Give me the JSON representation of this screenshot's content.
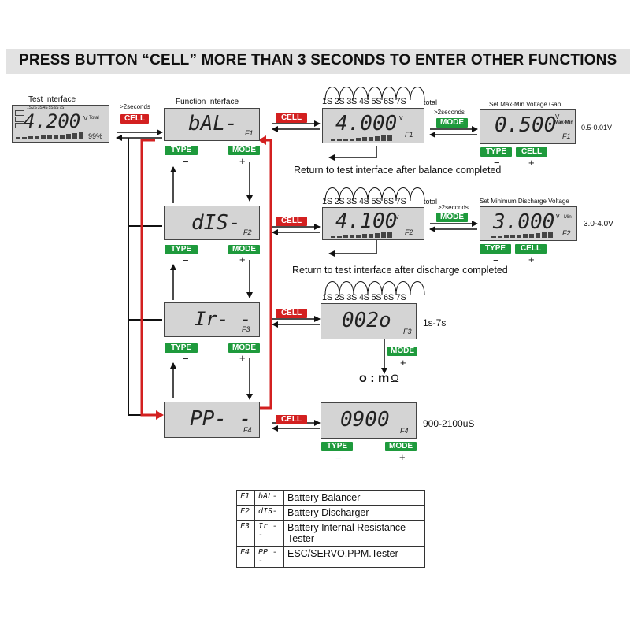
{
  "banner": {
    "text": "PRESS BUTTON “CELL” MORE   THAN 3 SECONDS TO ENTER OTHER FUNCTIONS"
  },
  "test_interface": {
    "label": "Test Interface",
    "reading": "4.200",
    "unit": "V",
    "unit_suffix": "Total",
    "percent": "99%",
    "cell_row": "1S 2S 3S 4S 5S 6S 7S"
  },
  "function_interface": {
    "label": "Function Interface",
    "hold_note": ">2seconds"
  },
  "buttons": {
    "cell": "CELL",
    "mode": "MODE",
    "type": "TYPE"
  },
  "signs": {
    "minus": "−",
    "plus": "+"
  },
  "functions": [
    {
      "code": "F1",
      "display": "bAL-",
      "lcd": "bAL-"
    },
    {
      "code": "F2",
      "display": "dIS-",
      "lcd": "dIS-"
    },
    {
      "code": "F3",
      "display": "Ir--",
      "lcd": "Ir- -"
    },
    {
      "code": "F4",
      "display": "PP--",
      "lcd": "PP- -"
    }
  ],
  "balance": {
    "cells": "1S 2S 3S 4S 5S 6S 7S",
    "total": "total",
    "reading": "4.000",
    "unit": "v",
    "code": "F1",
    "hold_note": ">2seconds",
    "set_title": "Set Max-Min Voltage Gap",
    "set_reading": "0.500",
    "set_unit": "V",
    "set_suffix": "Max-Min",
    "set_code": "F1",
    "range": "0.5-0.01V",
    "return_note": "Return to test interface after balance completed"
  },
  "discharge": {
    "cells": "1S 2S 3S 4S 5S 6S 7S",
    "total": "total",
    "reading": "4.100",
    "unit": "v",
    "code": "F2",
    "hold_note": ">2seconds",
    "set_title": "Set Minimum Discharge Voltage",
    "set_reading": "3.000",
    "set_unit": "v",
    "set_suffix": "Min",
    "set_code": "F2",
    "range": "3.0-4.0V",
    "return_note": "Return to test interface after discharge completed"
  },
  "resistance": {
    "cells": "1S 2S 3S 4S 5S 6S 7S",
    "reading": "002o",
    "code": "F3",
    "range": "1s-7s",
    "unit_display": "o : m",
    "unit_symbol": "Ω"
  },
  "esc": {
    "reading": "0900",
    "code": "F4",
    "range": "900-2100uS"
  },
  "legend": [
    {
      "code": "F1",
      "display": "bAL-",
      "name": "Battery Balancer"
    },
    {
      "code": "F2",
      "display": "dIS-",
      "name": "Battery Discharger"
    },
    {
      "code": "F3",
      "display": "Ir --",
      "name": "Battery Internal  Resistance Tester"
    },
    {
      "code": "F4",
      "display": "PP --",
      "name": "ESC/SERVO.PPM.Tester"
    }
  ]
}
